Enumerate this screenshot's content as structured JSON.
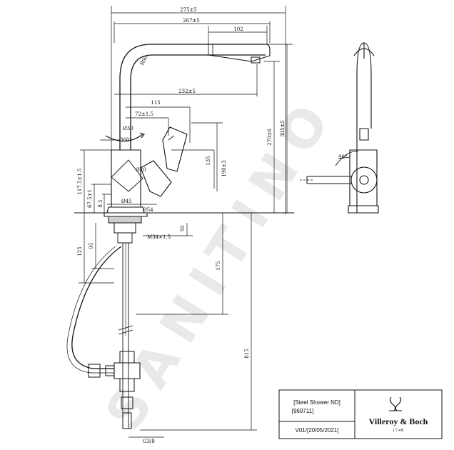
{
  "watermark": "SANITINO",
  "dimensions": {
    "total_width": "275±5",
    "spout_reach": "267±5",
    "spray_head": "102",
    "radius": "R90",
    "lever_reach": "232±5",
    "body_to_lever": "115",
    "lever_offset": "72±1.5",
    "body_diameter": "Ø30",
    "tube_diameter": "Ø20",
    "swivel_angle": "360°",
    "lever_height": "135",
    "total_height": "305±5",
    "spout_height": "270±6",
    "body_height": "190±3",
    "base_to_lever": "117.5±1.5",
    "base_height": "67.5±1",
    "base_gap": "8.5",
    "base_diameter": "Ø45",
    "flange_diameter": "Ø54",
    "thread": "M34×1.5",
    "shank_50": "50",
    "shank_95": "95",
    "depth_125": "125",
    "depth_175": "175",
    "hose_length": "815",
    "connection": "G3/8",
    "lever_angle": "90°"
  },
  "title_block": {
    "product": "[Steel Shower ND]",
    "article": "[969711]",
    "version": "V01/[20/05/2021]",
    "brand": "Villeroy & Boch",
    "brand_year": "1748"
  }
}
